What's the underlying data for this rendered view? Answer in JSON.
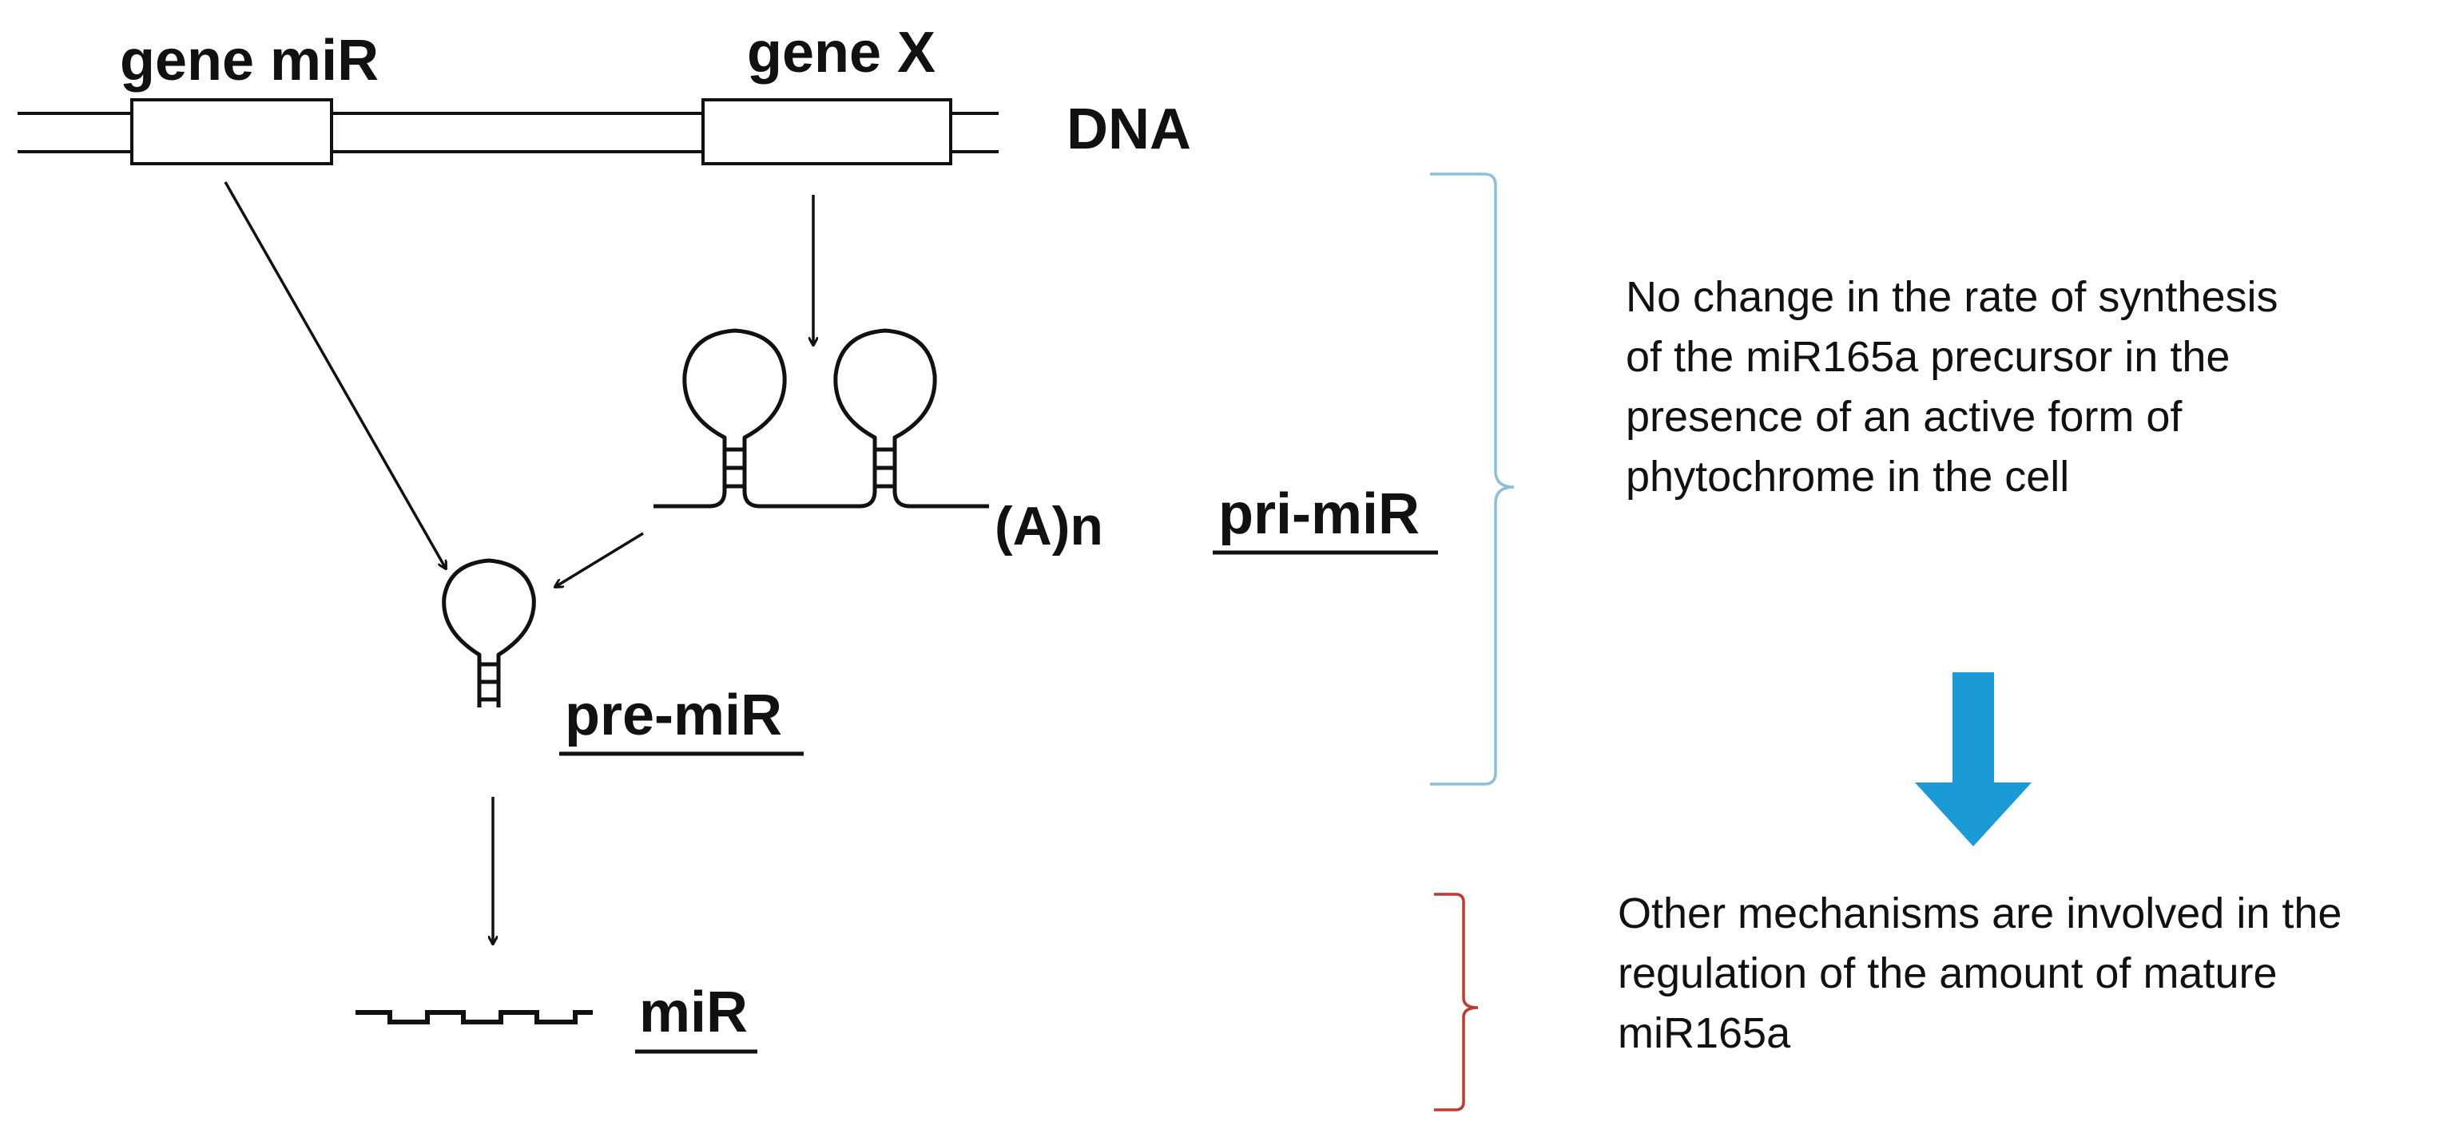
{
  "labels": {
    "gene_mir": "gene miR",
    "gene_x": "gene X",
    "dna": "DNA",
    "poly_a": "(A)n",
    "pri_mir": "pri-miR",
    "pre_mir": "pre-miR",
    "mir": "miR"
  },
  "notes": {
    "top": [
      "No change in the rate of synthesis",
      "of the miR165a precursor in the",
      "presence of an active form of",
      "phytochrome in the cell"
    ],
    "bottom": [
      "Other mechanisms are involved in the",
      "regulation of the amount of mature",
      "miR165a"
    ]
  },
  "colors": {
    "ink": "#111111",
    "top_bracket": "#8dbfdc",
    "bottom_bracket": "#c0392b",
    "block_arrow": "#1a9ad6"
  }
}
